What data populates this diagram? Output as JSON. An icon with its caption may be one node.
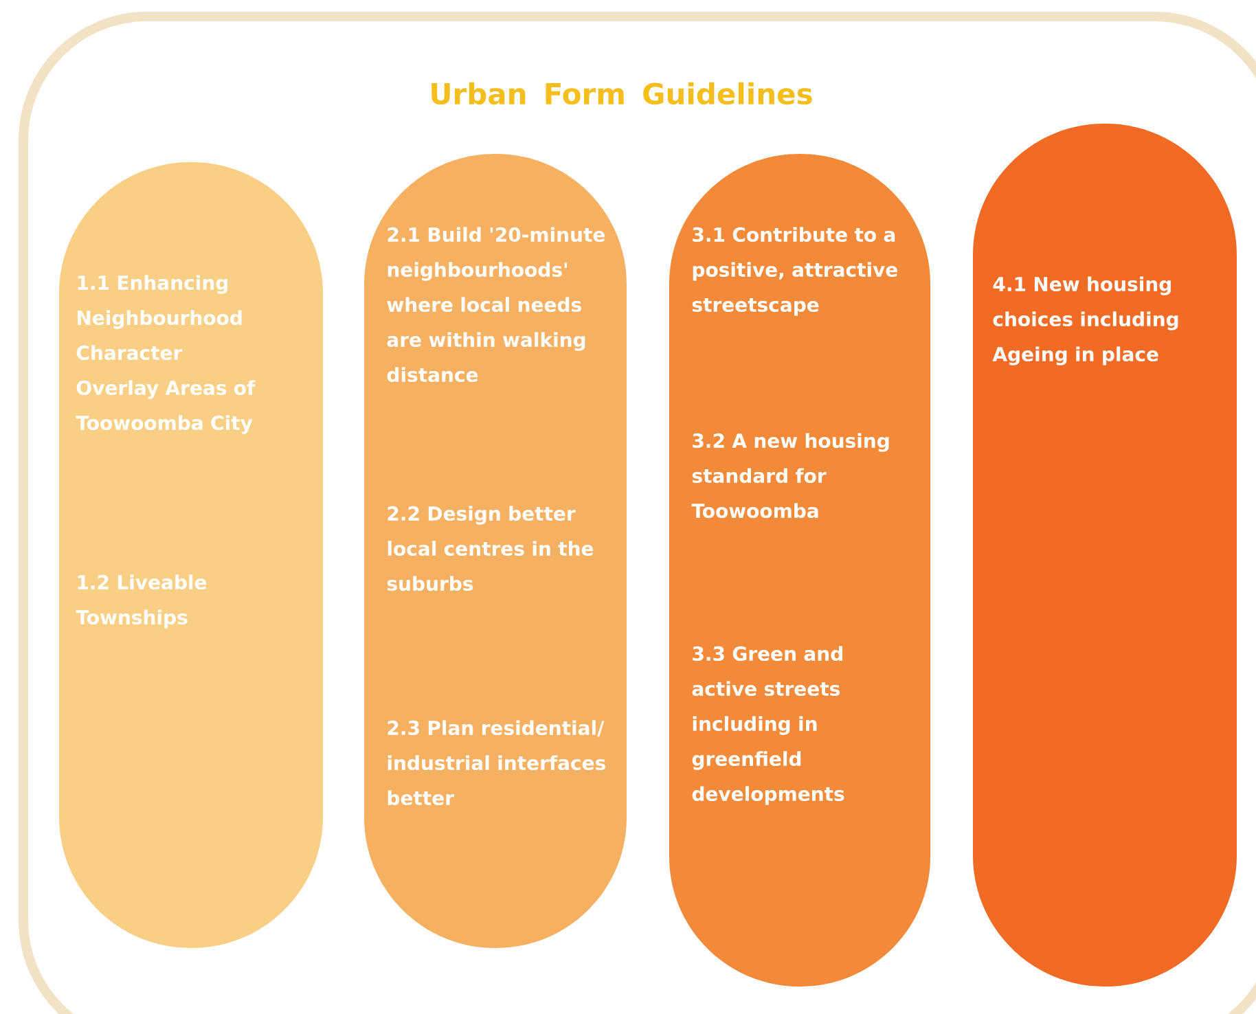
{
  "diagram": {
    "title": "Urban Form Guidelines",
    "nodes": [
      {
        "text": [
          "1.1 Enhancing Neighbourhood Character Overlay Areas of Toowoomba City",
          "1.2 Liveable Townships"
        ]
      },
      {
        "text": [
          "2.1 Build '20-minute neighbourhoods' where local needs are within walking distance",
          "2.2 Design better local centres in the suburbs",
          "2.3 Plan residential/ industrial interfaces better"
        ]
      },
      {
        "text": [
          "3.1 Contribute to a positive, attractive streetscape",
          "3.2 A new housing standard for Toowoomba",
          "3.3 Green and active streets including in greenfield developments"
        ]
      },
      {
        "text": [
          "4.1 New housing choices including Ageing in place"
        ]
      }
    ]
  }
}
